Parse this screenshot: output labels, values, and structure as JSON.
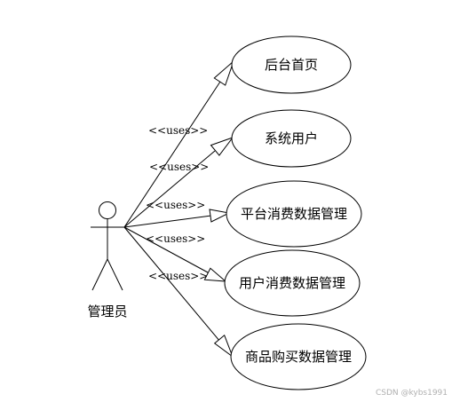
{
  "actor": {
    "label": "管理员"
  },
  "use_cases": [
    {
      "id": "uc1",
      "label": "后台首页"
    },
    {
      "id": "uc2",
      "label": "系统用户"
    },
    {
      "id": "uc3",
      "label": "平台消费数据管理"
    },
    {
      "id": "uc4",
      "label": "用户消费数据管理"
    },
    {
      "id": "uc5",
      "label": "商品购买数据管理"
    }
  ],
  "relations": [
    {
      "from": "actor",
      "to": "uc1",
      "label": "<<uses>>"
    },
    {
      "from": "actor",
      "to": "uc2",
      "label": "<<uses>>"
    },
    {
      "from": "actor",
      "to": "uc3",
      "label": "<<uses>>"
    },
    {
      "from": "actor",
      "to": "uc4",
      "label": "<<uses>>"
    },
    {
      "from": "actor",
      "to": "uc5",
      "label": "<<uses>>"
    }
  ],
  "watermark": "CSDN @kybs1991",
  "colors": {
    "stroke": "#000000",
    "background": "#ffffff",
    "watermark": "#b0b0b0"
  }
}
